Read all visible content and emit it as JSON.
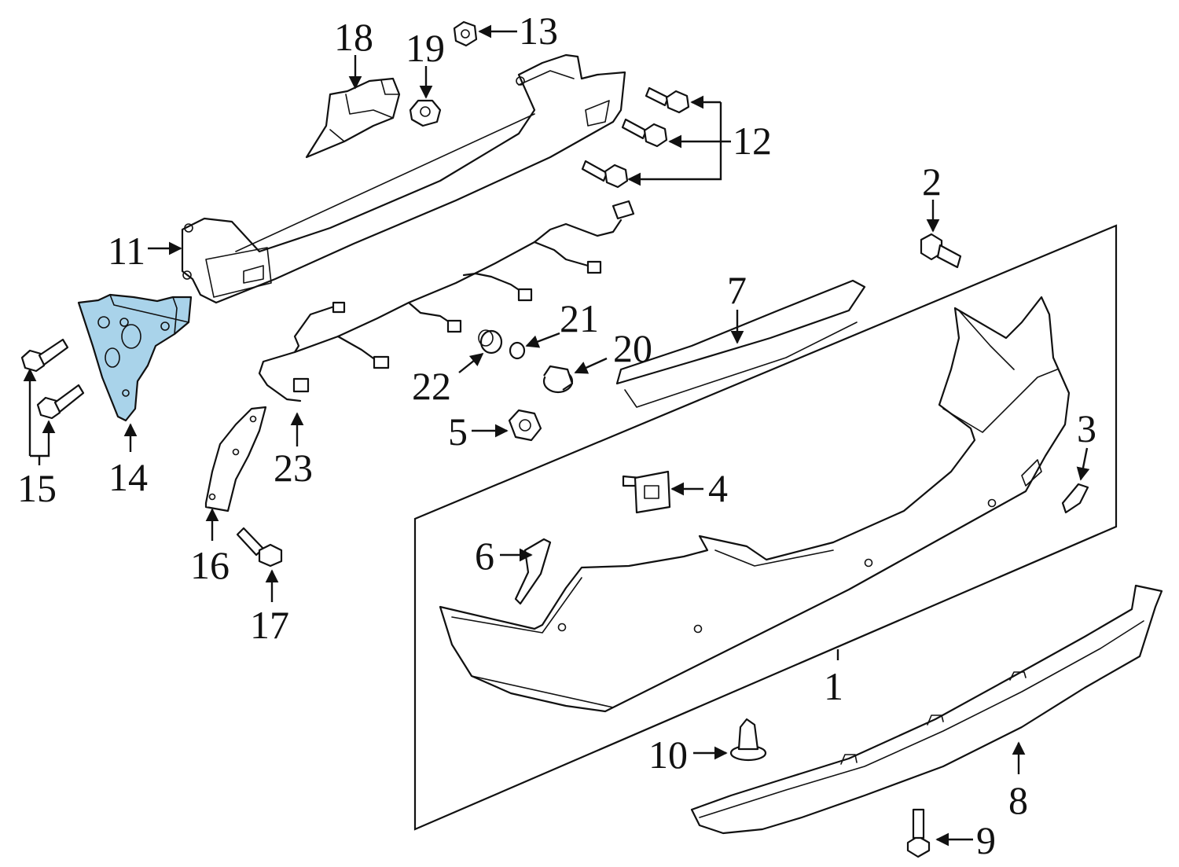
{
  "colors": {
    "background": "#ffffff",
    "line": "#111111",
    "highlight": "#a9d3ea"
  },
  "highlighted_part": "14",
  "callouts": {
    "c1": "1",
    "c2": "2",
    "c3": "3",
    "c4": "4",
    "c5": "5",
    "c6": "6",
    "c7": "7",
    "c8": "8",
    "c9": "9",
    "c10": "10",
    "c11": "11",
    "c12": "12",
    "c13": "13",
    "c14": "14",
    "c15": "15",
    "c16": "16",
    "c17": "17",
    "c18": "18",
    "c19": "19",
    "c20": "20",
    "c21": "21",
    "c22": "22",
    "c23": "23"
  }
}
